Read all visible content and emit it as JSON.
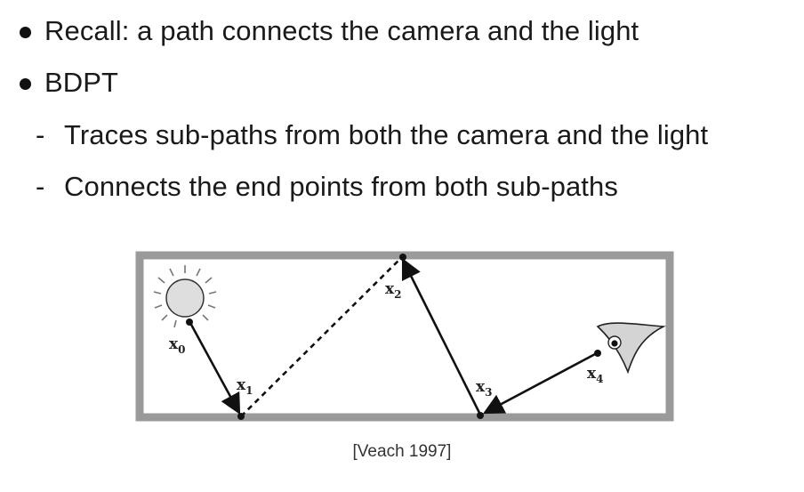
{
  "bullets": [
    {
      "text": "Recall: a path connects the camera and the light"
    },
    {
      "text": "BDPT"
    }
  ],
  "subbullets": [
    {
      "marker": "-",
      "text": "Traces sub-paths from both the camera and the light"
    },
    {
      "marker": "-",
      "text": "Connects the end points from both sub-paths"
    }
  ],
  "figure": {
    "labels": {
      "x0": "x",
      "x0_sub": "0",
      "x1": "x",
      "x1_sub": "1",
      "x2": "x",
      "x2_sub": "2",
      "x3": "x",
      "x3_sub": "3",
      "x4": "x",
      "x4_sub": "4"
    },
    "icons": [
      "sun-icon",
      "eye-icon"
    ]
  },
  "caption": "[Veach 1997]"
}
